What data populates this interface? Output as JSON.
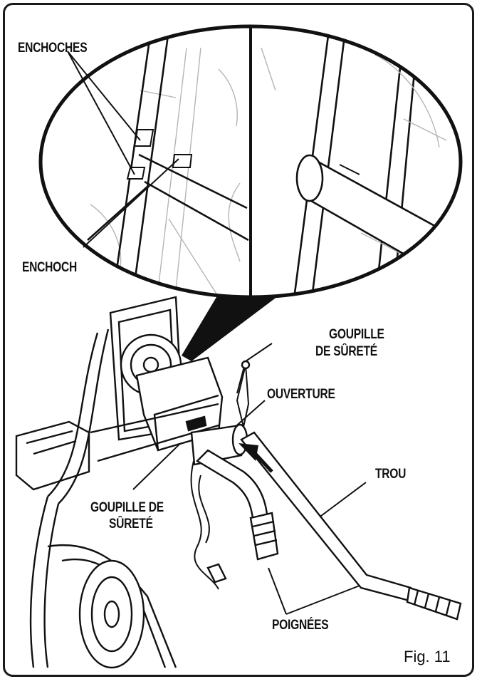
{
  "labels": {
    "enchoches": "ENCHOCHES",
    "enchoch": "ENCHOCH",
    "goupille_top_line1": "GOUPILLE",
    "goupille_top_line2": "DE SÛRETÉ",
    "ouverture": "OUVERTURE",
    "trou": "TROU",
    "goupille_left_line1": "GOUPILLE DE",
    "goupille_left_line2": "SÛRETÉ",
    "poignees": "POIGNÉES"
  },
  "figure_caption": "Fig. 11",
  "colors": {
    "line": "#111111",
    "background": "#ffffff",
    "light_line": "#9a9a9a"
  }
}
